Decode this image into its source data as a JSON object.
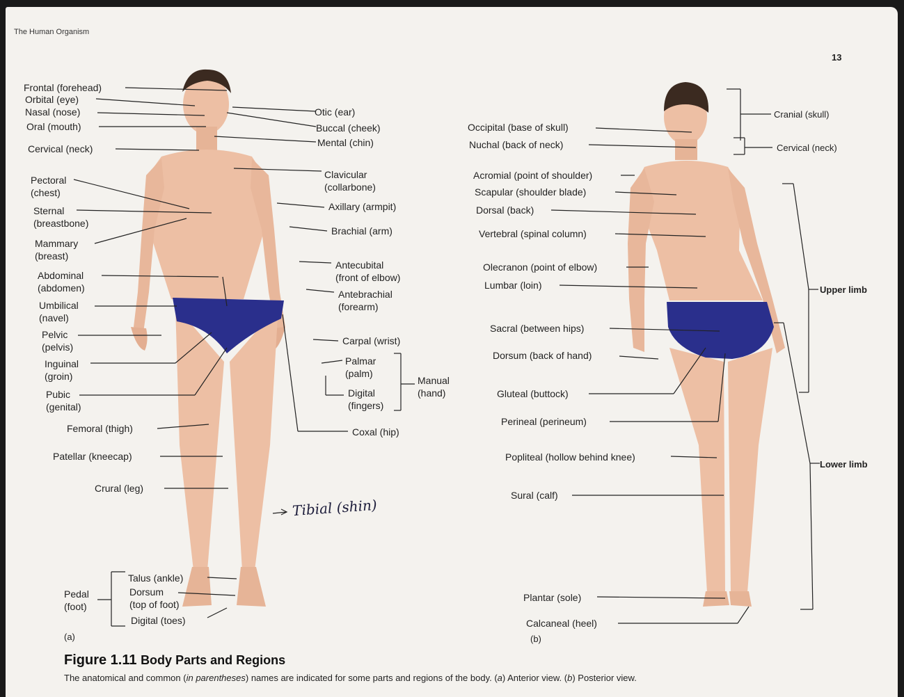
{
  "running_head": "The Human Organism",
  "page_number": "13",
  "anterior": {
    "left_labels": [
      "Frontal (forehead)",
      "Orbital (eye)",
      "Nasal (nose)",
      "Oral (mouth)",
      "Cervical (neck)",
      "Pectoral\n(chest)",
      "Sternal\n(breastbone)",
      "Mammary\n(breast)",
      "Abdominal\n(abdomen)",
      "Umbilical\n(navel)",
      "Pelvic\n(pelvis)",
      "Inguinal\n(groin)",
      "Pubic\n(genital)",
      "Femoral (thigh)",
      "Patellar (kneecap)",
      "Crural (leg)"
    ],
    "right_labels": [
      "Otic (ear)",
      "Buccal (cheek)",
      "Mental (chin)",
      "Clavicular\n(collarbone)",
      "Axillary (armpit)",
      "Brachial (arm)",
      "Antecubital\n(front of elbow)",
      "Antebrachial\n(forearm)",
      "Carpal (wrist)",
      "Palmar\n(palm)",
      "Digital\n(fingers)",
      "Manual\n(hand)",
      "Coxal (hip)"
    ],
    "foot_labels": [
      "Talus (ankle)",
      "Dorsum\n(top of foot)",
      "Digital (toes)",
      "Pedal\n(foot)"
    ],
    "handwritten_note": "Tibial (shin)",
    "panel_tag": "(a)"
  },
  "posterior": {
    "left_labels": [
      "Occipital (base of skull)",
      "Nuchal (back of neck)",
      "Acromial (point of shoulder)",
      "Scapular (shoulder blade)",
      "Dorsal (back)",
      "Vertebral (spinal column)",
      "Olecranon (point of elbow)",
      "Lumbar (loin)",
      "Sacral (between hips)",
      "Dorsum (back of hand)",
      "Gluteal (buttock)",
      "Perineal (perineum)",
      "Popliteal (hollow behind knee)",
      "Sural (calf)",
      "Plantar (sole)",
      "Calcaneal (heel)"
    ],
    "right_labels": [
      "Cranial (skull)",
      "Cervical (neck)",
      "Upper limb",
      "Lower limb"
    ],
    "panel_tag": "(b)"
  },
  "caption": {
    "number": "Figure 1.11",
    "title": "Body Parts and Regions",
    "text_pre": "The anatomical and common (",
    "text_italic": "in parentheses",
    "text_mid": ") names are indicated for some parts and regions of the body. (",
    "a": "a",
    "text_a": ") Anterior view. (",
    "b": "b",
    "text_b": ") Posterior view."
  },
  "colors": {
    "skin": "#edbfa4",
    "skin_shade": "#d9a084",
    "hair": "#3b2a20",
    "trunks": "#2a2f8c"
  }
}
